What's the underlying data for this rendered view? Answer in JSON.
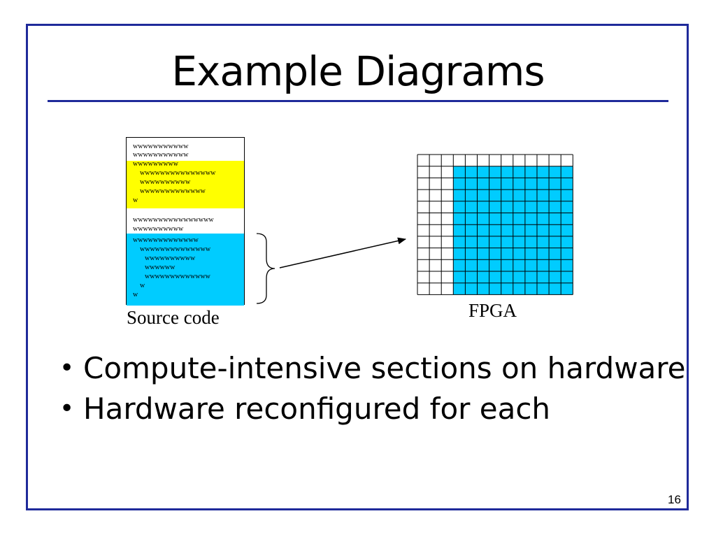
{
  "slide": {
    "title": "Example Diagrams",
    "page_number": "16"
  },
  "diagram": {
    "source_code": {
      "caption": "Source code",
      "lines": [
        "wwwwwwwwwww",
        "wwwwwwwwwww",
        "wwwwwwwww",
        "wwwwwwwwwwwwwww",
        "wwwwwwwwww",
        "wwwwwwwwwwwww",
        "w",
        "wwwwwwwwwwwwwwww",
        "wwwwwwwwww",
        "wwwwwwwwwwwww",
        "wwwwwwwwwwwwww",
        "wwwwwwwwww",
        "wwwwww",
        "wwwwwwwwwwwww",
        "w",
        "w"
      ],
      "highlight_colors": {
        "yellow": "#ffff00",
        "cyan": "#00ccff"
      }
    },
    "fpga": {
      "caption": "FPGA",
      "rows": 12,
      "cols": 13,
      "highlight_color": "#00ccff"
    }
  },
  "bullets": [
    "Compute-intensive sections on hardware",
    "Hardware reconfigured for each"
  ],
  "colors": {
    "border": "#1f2a9a"
  }
}
